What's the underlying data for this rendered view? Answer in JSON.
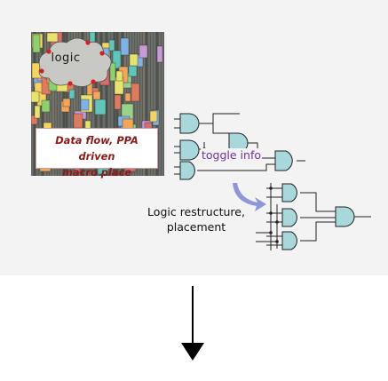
{
  "chip_image": {
    "cloud_label": "logic",
    "caption_line1": "Data flow, PPA driven",
    "caption_line2": "macro place",
    "caption_color": "#8b1a1a"
  },
  "schematic": {
    "toggle_label": "toggle info",
    "toggle_color": "#7030a0",
    "restructure_line1": "Logic restructure,",
    "restructure_line2": "placement",
    "gate_fill": "#a8d8dc",
    "curved_arrow_color": "#8e96d8"
  },
  "flow_arrow": {
    "direction": "down",
    "icon": "arrow-down-icon"
  }
}
